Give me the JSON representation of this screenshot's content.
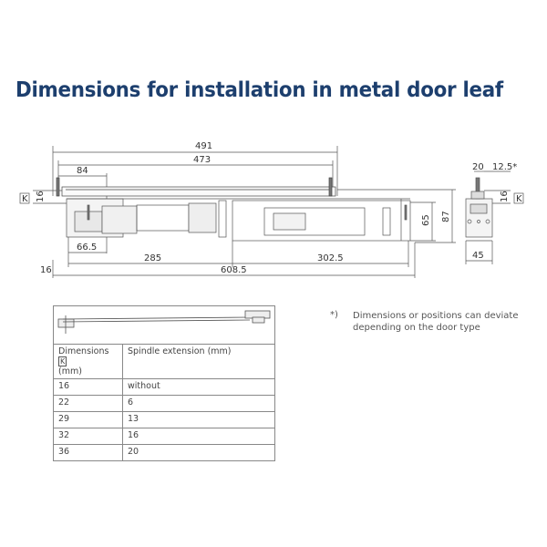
{
  "title": "Dimensions for installation in metal door leaf",
  "front_view": {
    "dims": {
      "d491": "491",
      "d473": "473",
      "d84": "84",
      "d16_left": "16",
      "k_label": "K",
      "d65": "65",
      "d87": "87",
      "d66_5": "66.5",
      "d285": "285",
      "d302_5": "302.5",
      "d16_bottom": "16",
      "d608_5": "608.5"
    }
  },
  "side_view": {
    "dims": {
      "d20": "20",
      "d12_5": "12.5*",
      "d16": "16",
      "k_label": "K",
      "d45": "45"
    }
  },
  "table": {
    "header": {
      "col1": "Dimensions",
      "col1_k": "K",
      "col1_unit": "(mm)",
      "col2": "Spindle extension (mm)"
    },
    "rows": [
      {
        "k": "16",
        "ext": "without"
      },
      {
        "k": "22",
        "ext": "6"
      },
      {
        "k": "29",
        "ext": "13"
      },
      {
        "k": "32",
        "ext": "16"
      },
      {
        "k": "36",
        "ext": "20"
      }
    ]
  },
  "note": {
    "marker": "*)",
    "text": "Dimensions or positions can deviate depending on the door type"
  }
}
